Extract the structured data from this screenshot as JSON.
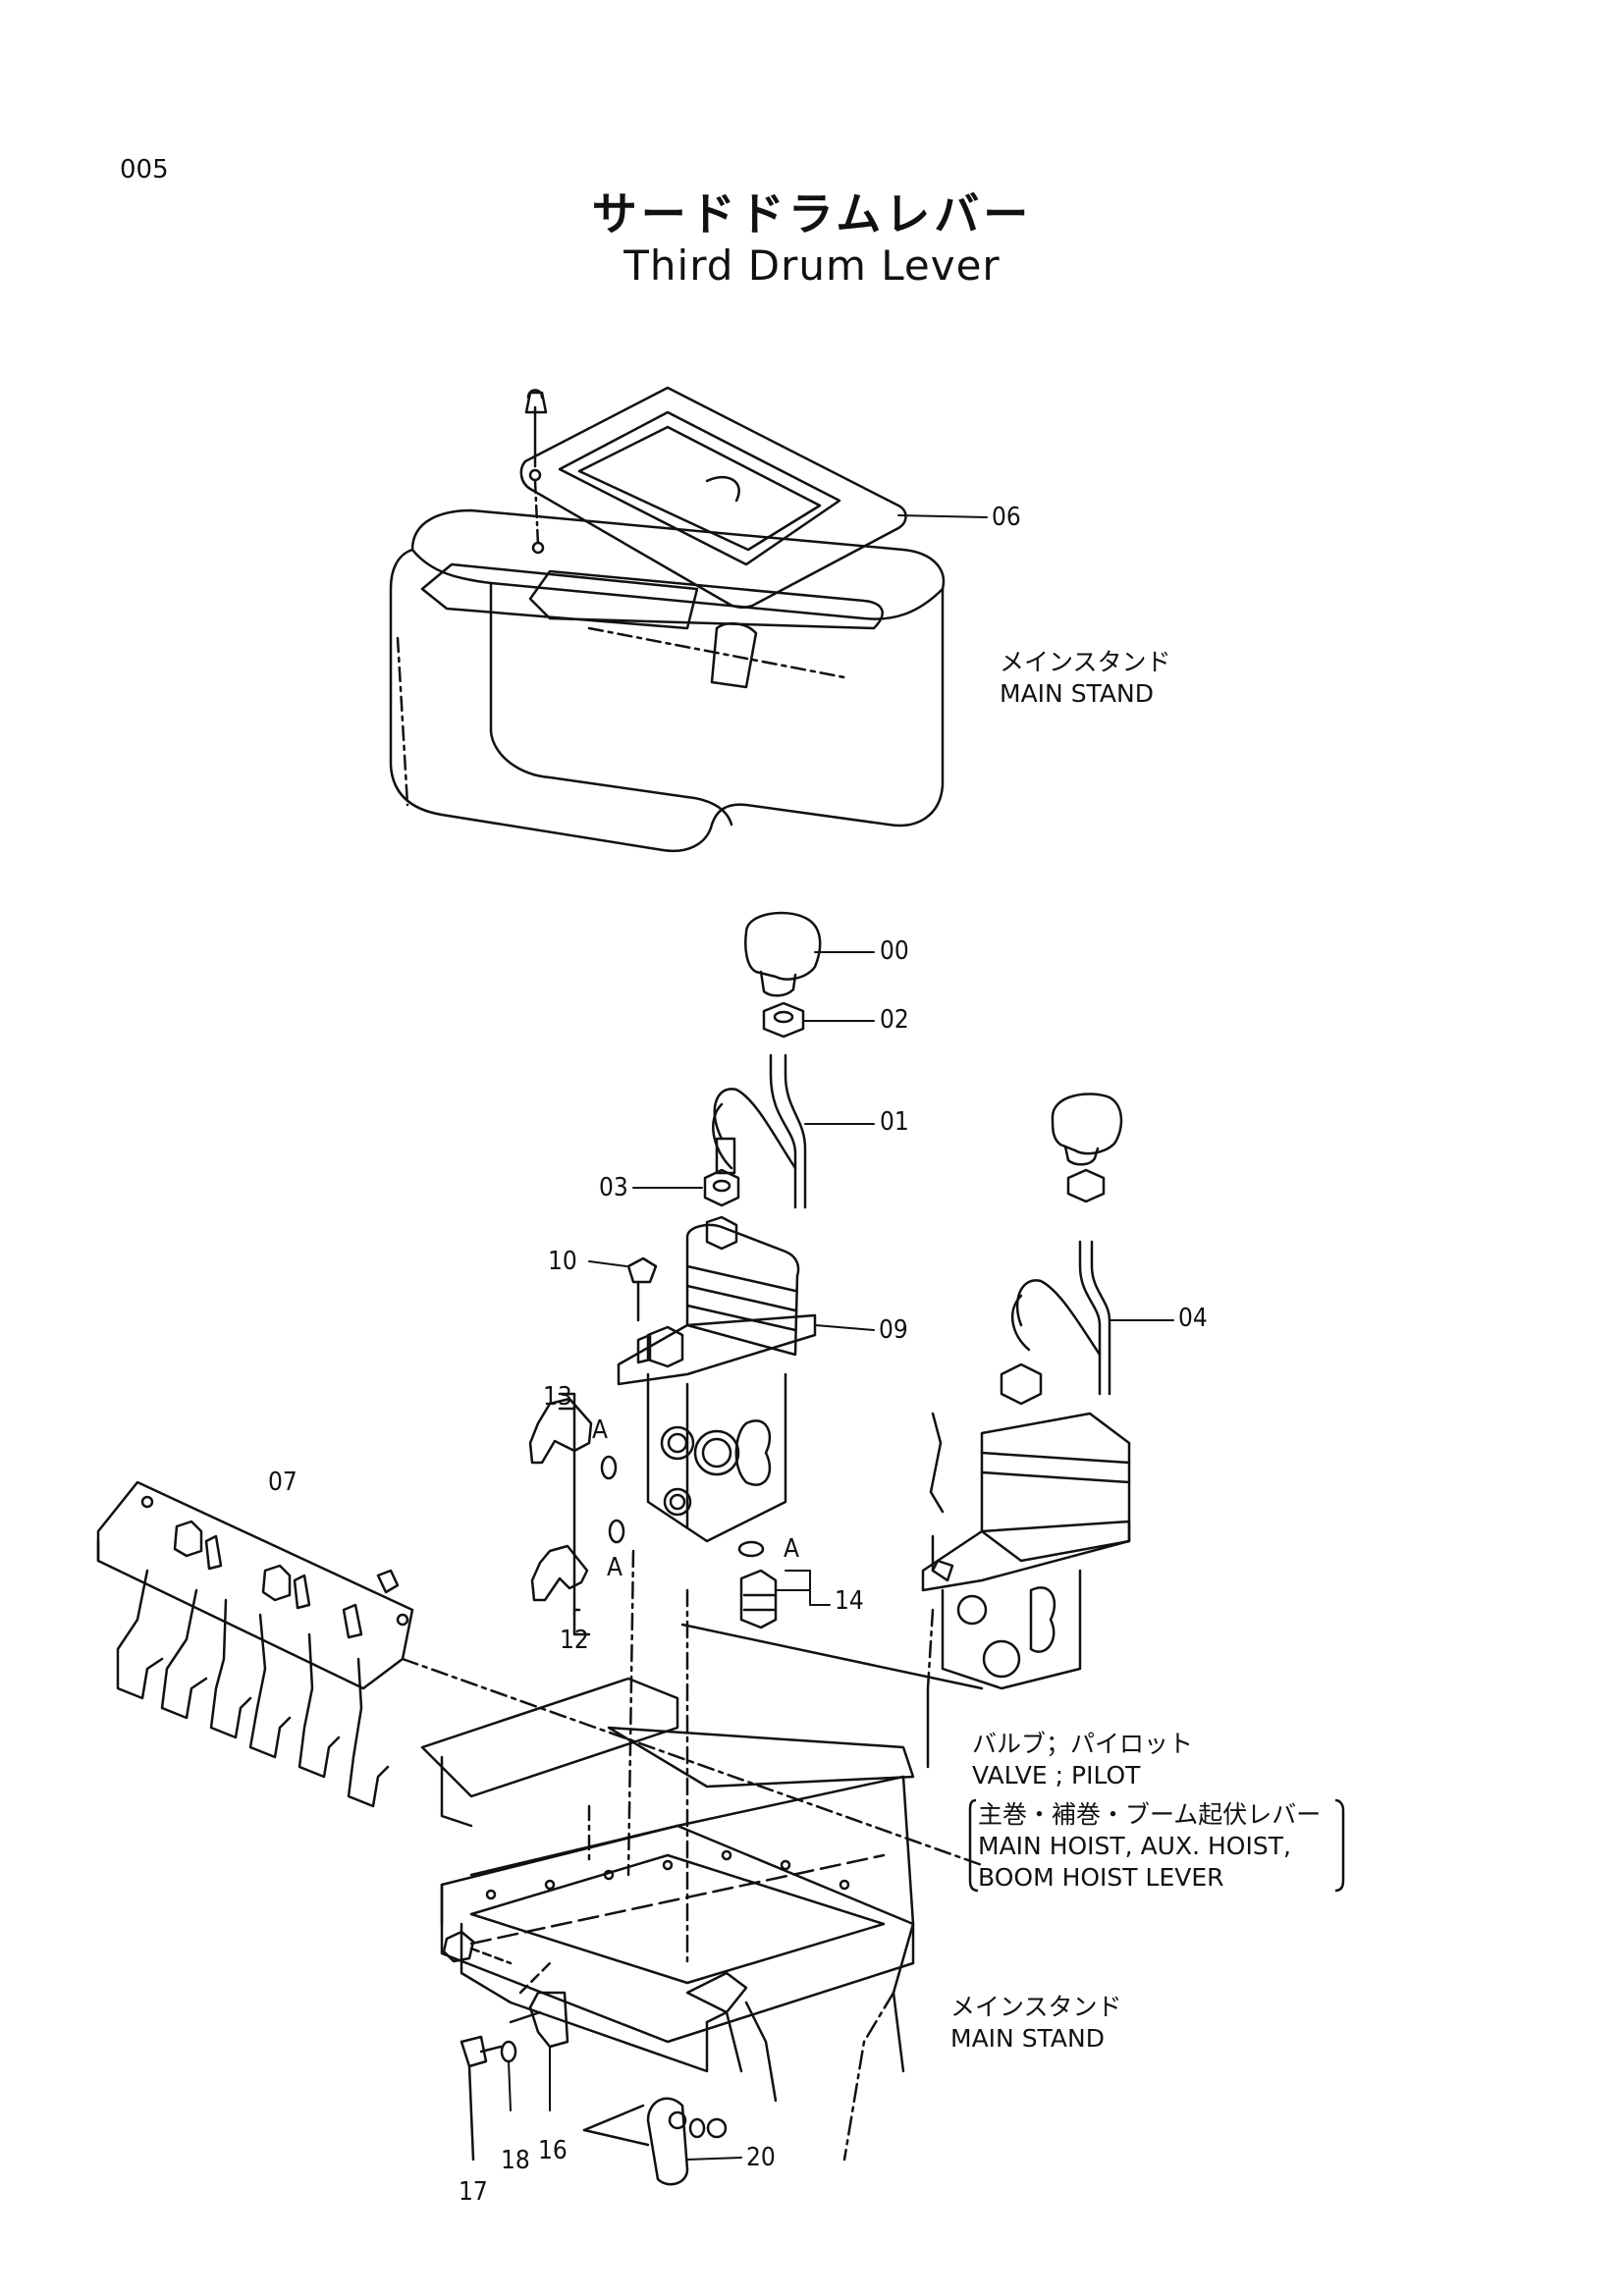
{
  "page": {
    "number": "005"
  },
  "title": {
    "jp": "サードドラムレバー",
    "en": "Third Drum Lever"
  },
  "labels": {
    "main_stand_top_jp": "メインスタンド",
    "main_stand_top_en": "MAIN STAND",
    "valve_jp": "バルブ；パイロット",
    "valve_en": "VALVE ; PILOT",
    "lever_jp": "主巻・補巻・ブーム起伏レバー",
    "lever_en1": "MAIN HOIST, AUX. HOIST,",
    "lever_en2": "BOOM HOIST LEVER",
    "main_stand_bottom_jp": "メインスタンド",
    "main_stand_bottom_en": "MAIN STAND"
  },
  "parts": {
    "p00": "00",
    "p01": "01",
    "p02": "02",
    "p03": "03",
    "p04": "04",
    "p06": "06",
    "p07": "07",
    "p09": "09",
    "p10": "10",
    "p12": "12",
    "p13": "13",
    "p14": "14",
    "p16": "16",
    "p17": "17",
    "p18": "18",
    "p20": "20",
    "a1": "A",
    "a2": "A",
    "a3": "A"
  }
}
